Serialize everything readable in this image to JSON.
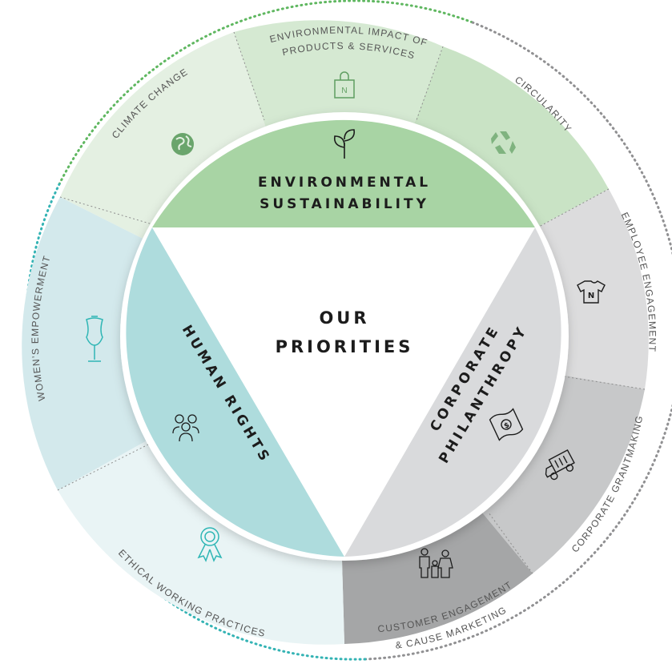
{
  "center": {
    "line1": "OUR",
    "line2": "PRIORITIES"
  },
  "pillars": {
    "environmental": {
      "line1": "ENVIRONMENTAL",
      "line2": "SUSTAINABILITY",
      "color": "#a8d4a4"
    },
    "human_rights": {
      "line1": "HUMAN RIGHTS",
      "color": "#aedcdd"
    },
    "philanthropy": {
      "line1": "CORPORATE",
      "line2": "PHILANTHROPY",
      "color": "#d9dadc"
    }
  },
  "segments": {
    "climate_change": {
      "label": "CLIMATE CHANGE",
      "icon": "globe-icon"
    },
    "env_impact": {
      "line1": "ENVIRONMENTAL IMPACT OF",
      "line2": "PRODUCTS & SERVICES",
      "icon": "shopping-bag-icon"
    },
    "circularity": {
      "label": "CIRCULARITY",
      "icon": "recycle-icon"
    },
    "employee_engagement": {
      "label": "EMPLOYEE ENGAGEMENT",
      "icon": "t-shirt-icon"
    },
    "corporate_grantmaking": {
      "label": "CORPORATE GRANTMAKING",
      "icon": "delivery-truck-icon"
    },
    "customer_engagement": {
      "line1": "CUSTOMER ENGAGEMENT",
      "line2": "& CAUSE MARKETING",
      "icon": "family-icon"
    },
    "ethical_working": {
      "label": "ETHICAL WORKING PRACTICES",
      "icon": "award-ribbon-icon"
    },
    "womens_empowerment": {
      "label": "WOMEN’S EMPOWERMENT",
      "icon": "dress-form-icon"
    }
  },
  "colors": {
    "green_outer": "#e4f0e2",
    "green_mid": "#d5e9d2",
    "teal_outer": "#d3e9ec",
    "teal_light": "#e9f4f5",
    "gray_light": "#dcdcdd",
    "gray_mid": "#c7c8c9",
    "gray_dark": "#a5a6a7",
    "text": "#1c1c1c"
  }
}
